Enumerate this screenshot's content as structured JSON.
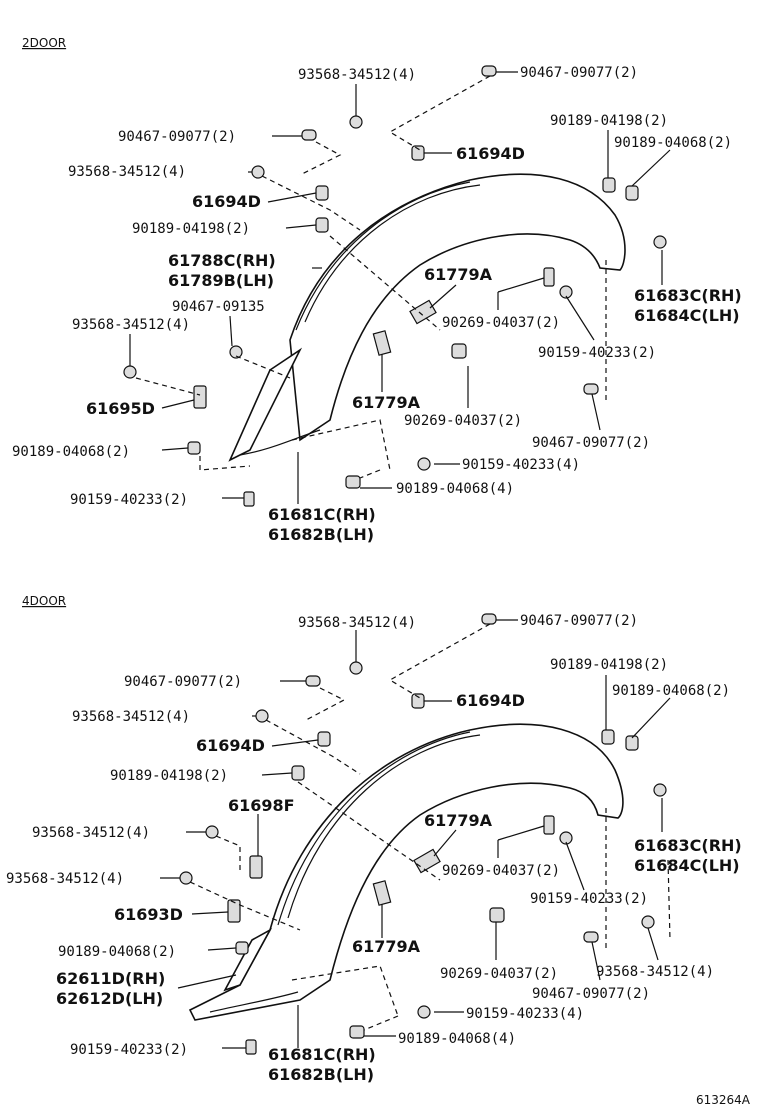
{
  "sections": {
    "top": "2DOOR",
    "bottom": "4DOOR"
  },
  "figure_code": "613264A",
  "top_labels": {
    "l1": "93568-34512(4)",
    "l2": "90467-09077(2)",
    "l3": "90467-09077(2)",
    "l4": "61694D",
    "l5": "93568-34512(4)",
    "l6": "61694D",
    "l7": "90189-04198(2)",
    "l8": "90189-04068(2)",
    "l9": "90189-04198(2)",
    "l10": "61788C(RH)",
    "l11": "61789B(LH)",
    "l12": "61779A",
    "l13": "61683C(RH)",
    "l14": "61684C(LH)",
    "l15": "90467-09135",
    "l16": "90269-04037(2)",
    "l17": "93568-34512(4)",
    "l18": "90159-40233(2)",
    "l19": "61695D",
    "l20": "61779A",
    "l21": "90269-04037(2)",
    "l22": "90467-09077(2)",
    "l23": "90189-04068(2)",
    "l24": "90159-40233(4)",
    "l25": "90189-04068(4)",
    "l26": "90159-40233(2)",
    "l27": "61681C(RH)",
    "l28": "61682B(LH)"
  },
  "bottom_labels": {
    "l1": "93568-34512(4)",
    "l2": "90467-09077(2)",
    "l3": "90189-04198(2)",
    "l4": "90467-09077(2)",
    "l5": "61694D",
    "l6": "90189-04068(2)",
    "l7": "93568-34512(4)",
    "l8": "61694D",
    "l9": "90189-04198(2)",
    "l10": "61698F",
    "l11": "61779A",
    "l12": "93568-34512(4)",
    "l13": "90269-04037(2)",
    "l14": "61683C(RH)",
    "l15": "61684C(LH)",
    "l16": "93568-34512(4)",
    "l17": "90159-40233(2)",
    "l18": "61693D",
    "l19": "90189-04068(2)",
    "l20": "61779A",
    "l21": "62611D(RH)",
    "l22": "62612D(LH)",
    "l23": "90269-04037(2)",
    "l24": "93568-34512(4)",
    "l25": "90467-09077(2)",
    "l26": "90159-40233(4)",
    "l27": "90189-04068(4)",
    "l28": "90159-40233(2)",
    "l29": "61681C(RH)",
    "l30": "61682B(LH)"
  }
}
